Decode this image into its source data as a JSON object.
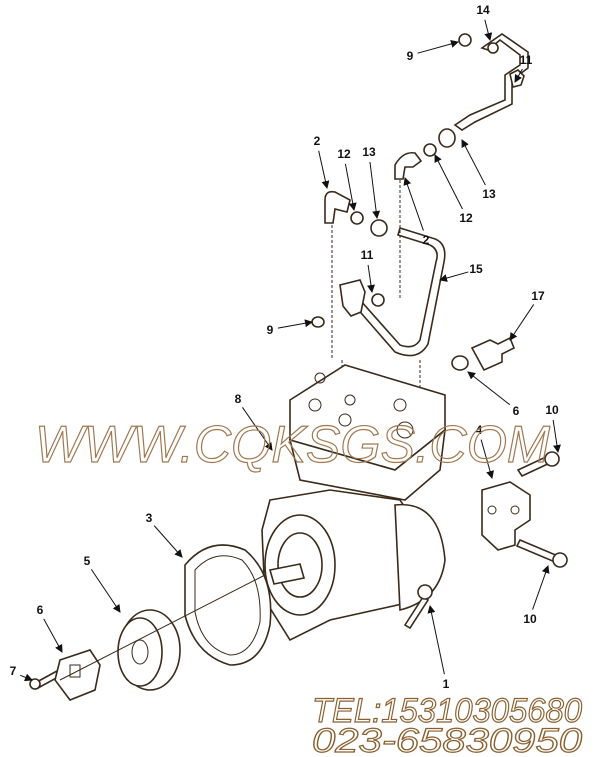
{
  "diagram": {
    "callouts": [
      "14",
      "9",
      "11",
      "2",
      "12",
      "13",
      "13",
      "12",
      "2",
      "11",
      "15",
      "17",
      "9",
      "8",
      "6",
      "10",
      "4",
      "3",
      "5",
      "10",
      "6",
      "7",
      "1"
    ]
  },
  "watermark": {
    "website": "WWW.CQKSGS.COM",
    "phone": "TEL:15310305680",
    "phone2": "023-65830950"
  },
  "colors": {
    "line": "#3a2a1a",
    "watermark": "#a07850"
  }
}
